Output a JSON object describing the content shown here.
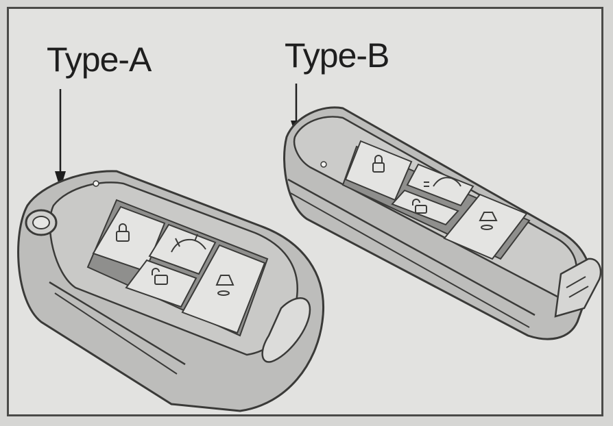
{
  "labels": {
    "type_a": "Type-A",
    "type_b": "Type-B"
  },
  "colors": {
    "background": "#e2e2e0",
    "frame": "#4a4a48",
    "key_body": "#bdbdbb",
    "key_outline": "#3a3a38",
    "button_face": "#e4e4e2",
    "text": "#1e1e1e"
  },
  "keys": [
    {
      "label_ref": "type_a",
      "style": "flip-key",
      "buttons": [
        "lock-icon",
        "trunk-icon",
        "unlock-icon",
        "panic-icon"
      ]
    },
    {
      "label_ref": "type_b",
      "style": "smart-key",
      "buttons": [
        "lock-icon",
        "trunk-icon",
        "unlock-icon",
        "panic-icon"
      ]
    }
  ]
}
